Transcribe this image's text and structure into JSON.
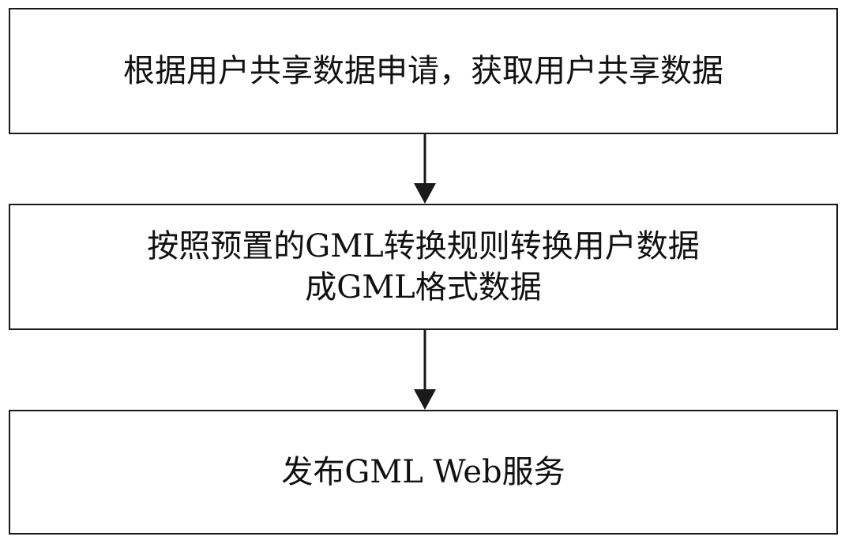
{
  "flowchart": {
    "steps": [
      {
        "lines": [
          "根据用户共享数据申请，获取用户共享数据"
        ]
      },
      {
        "lines": [
          "按照预置的GML转换规则转换用户数据",
          "成GML格式数据"
        ]
      },
      {
        "lines": [
          "发布GML Web服务"
        ]
      }
    ],
    "line_color": "#1a1a1a"
  }
}
